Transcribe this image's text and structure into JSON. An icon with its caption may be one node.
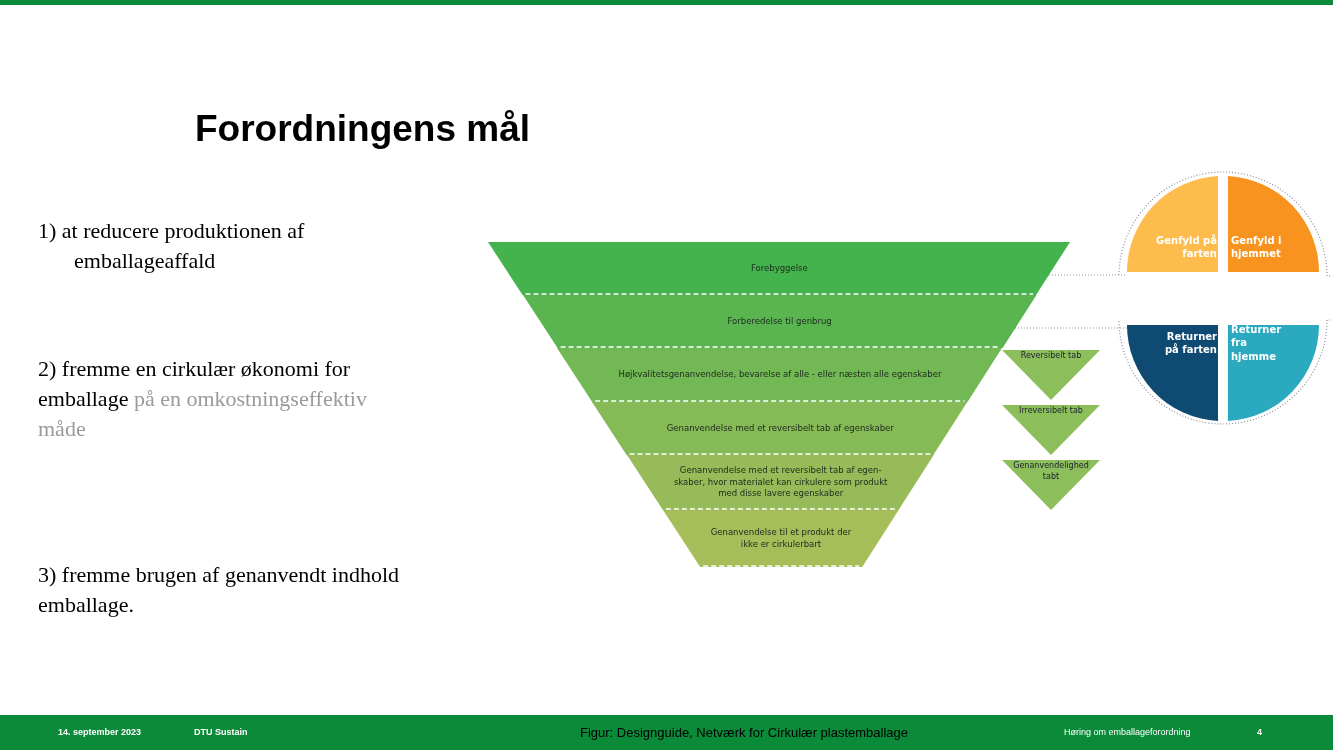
{
  "diagram": {
    "title": "Forordningens mål",
    "caption": "Figur: Designguide, Netværk for Cirkulær plastemballage",
    "nodes": [
      {
        "text": [
          "Forebyggelse"
        ]
      },
      {
        "text": [
          "Forberedelse til genbrug"
        ]
      },
      {
        "text": [
          "Højkvalitetsgenanvendelse, bevarelse af alle - eller næsten alle egenskaber"
        ]
      },
      {
        "text": [
          "Genanvendelse med et reversibelt tab af egenskaber"
        ]
      },
      {
        "text": [
          "Genanvendelse med et reversibelt tab af egen- skaber, hvor materialet kan cirkulere som produkt med disse lavere egenskaber"
        ]
      },
      {
        "text": [
          "Genanvendelse til et produkt der ikke er cirkulerbart"
        ]
      },
      {
        "text": [
          "Reversibelt tab"
        ]
      },
      {
        "text": [
          "Irreversibelt tab"
        ]
      },
      {
        "text": [
          "Genanvendelighed tabt"
        ]
      },
      {
        "text": [
          "Genfyld på farten"
        ]
      },
      {
        "text": [
          "Genfyld i hjemmet"
        ]
      },
      {
        "text": [
          "Returner på farten"
        ]
      },
      {
        "text": [
          "Returner fra hjemme"
        ]
      }
    ],
    "edges": [
      {
        "from": 0,
        "to": 9,
        "arrow": "none",
        "style": "dashed"
      },
      {
        "from": 1,
        "to": 11,
        "arrow": "none",
        "style": "dashed"
      }
    ],
    "labels": [
      "1) at reducere produktionen af emballageaffald",
      "2) fremme en cirkulær økonomi for emballage",
      "på en omkostningseffektiv måde",
      "3) fremme brugen af genanvendt indhold emballage.",
      "14. september 2023",
      "DTU Sustain",
      "Høring om emballageforordning",
      "4"
    ]
  }
}
